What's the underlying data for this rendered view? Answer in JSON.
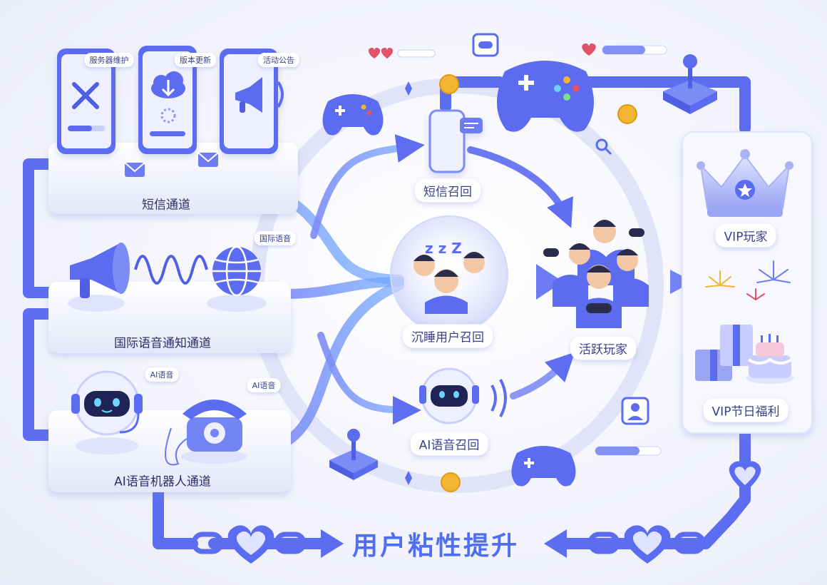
{
  "title": "用户粘性提升",
  "channels": {
    "sms": "短信通道",
    "intl_voice": "国际语音通知通道",
    "ai_robot": "AI语音机器人通道"
  },
  "phone_bubbles": [
    "服务器维护",
    "版本更新",
    "活动公告"
  ],
  "voice_bubbles": {
    "intl": "国际语音",
    "ai_1": "AI语音",
    "ai_2": "AI语音"
  },
  "recall": {
    "sms": "短信召回",
    "dormant": "沉睡用户召回",
    "ai_voice": "AI语音召回"
  },
  "players": {
    "active": "活跃玩家",
    "vip": "VIP玩家",
    "vip_festival": "VIP节日福利"
  },
  "colors": {
    "primary": "#5b6cf0",
    "accent": "#7b8cf7",
    "gold": "#f2b632",
    "heart": "#e0546a",
    "background": "#f1f2fb"
  },
  "icons": [
    "wrench-icon",
    "screwdriver-icon",
    "cloud-download-icon",
    "megaphone-icon",
    "globe-icon",
    "robot-icon",
    "telephone-icon",
    "gamepad-icon",
    "joystick-icon",
    "crown-icon",
    "star-icon",
    "gift-icon",
    "cake-icon",
    "firework-icon",
    "heart-icon",
    "chain-icon",
    "coin-icon",
    "search-icon",
    "user-icon",
    "zzz-icon"
  ]
}
